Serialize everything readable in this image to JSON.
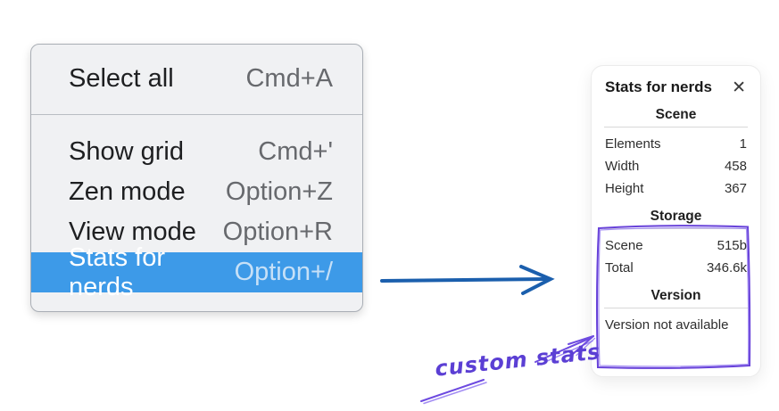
{
  "context_menu": {
    "sections": [
      {
        "items": [
          {
            "label": "Select all",
            "shortcut": "Cmd+A"
          }
        ]
      },
      {
        "items": [
          {
            "label": "Show grid",
            "shortcut": "Cmd+'"
          },
          {
            "label": "Zen mode",
            "shortcut": "Option+Z"
          },
          {
            "label": "View mode",
            "shortcut": "Option+R"
          },
          {
            "label": "Stats for nerds",
            "shortcut": "Option+/",
            "selected": true
          }
        ]
      }
    ]
  },
  "stats_panel": {
    "title": "Stats for nerds",
    "close_icon": "✕",
    "sections": [
      {
        "heading": "Scene",
        "rows": [
          {
            "label": "Elements",
            "value": "1"
          },
          {
            "label": "Width",
            "value": "458"
          },
          {
            "label": "Height",
            "value": "367"
          }
        ]
      },
      {
        "heading": "Storage",
        "rows": [
          {
            "label": "Scene",
            "value": "515b"
          },
          {
            "label": "Total",
            "value": "346.6k"
          }
        ]
      },
      {
        "heading": "Version",
        "rows": [],
        "note": "Version not available"
      }
    ]
  },
  "annotation": {
    "label": "custom stats"
  },
  "colors": {
    "menu_highlight_blue": "#3d9ae8",
    "menu_background": "#f0f1f3",
    "arrow_blue": "#1b5fad",
    "annotation_purple": "#6741d9"
  }
}
